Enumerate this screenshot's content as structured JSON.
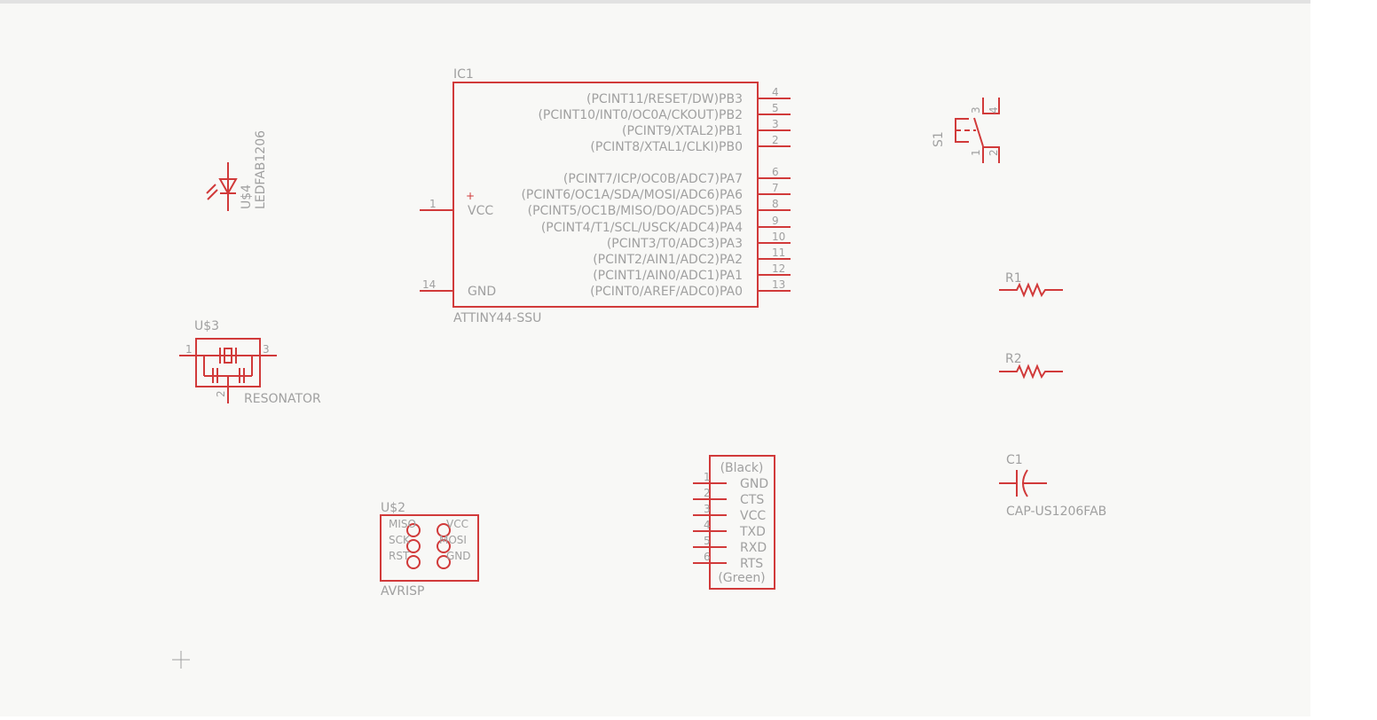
{
  "colors": {
    "symbol": "#d13a3a",
    "text": "#a0a0a0",
    "background": "#f8f8f6"
  },
  "ic1": {
    "name": "IC1",
    "value": "ATTINY44-SSU",
    "left_pins": [
      {
        "num": "1",
        "label": "VCC"
      },
      {
        "num": "14",
        "label": "GND"
      }
    ],
    "right_pins": [
      {
        "num": "4",
        "label": "(PCINT11/RESET/DW)PB3"
      },
      {
        "num": "5",
        "label": "(PCINT10/INT0/OC0A/CKOUT)PB2"
      },
      {
        "num": "3",
        "label": "(PCINT9/XTAL2)PB1"
      },
      {
        "num": "2",
        "label": "(PCINT8/XTAL1/CLKI)PB0"
      },
      {
        "num": "6",
        "label": "(PCINT7/ICP/OC0B/ADC7)PA7"
      },
      {
        "num": "7",
        "label": "(PCINT6/OC1A/SDA/MOSI/ADC6)PA6"
      },
      {
        "num": "8",
        "label": "(PCINT5/OC1B/MISO/DO/ADC5)PA5"
      },
      {
        "num": "9",
        "label": "(PCINT4/T1/SCL/USCK/ADC4)PA4"
      },
      {
        "num": "10",
        "label": "(PCINT3/T0/ADC3)PA3"
      },
      {
        "num": "11",
        "label": "(PCINT2/AIN1/ADC2)PA2"
      },
      {
        "num": "12",
        "label": "(PCINT1/AIN0/ADC1)PA1"
      },
      {
        "num": "13",
        "label": "(PCINT0/AREF/ADC0)PA0"
      }
    ]
  },
  "led": {
    "name": "U$4",
    "value": "LEDFAB1206"
  },
  "resonator": {
    "name": "U$3",
    "value": "RESONATOR",
    "pins": [
      "1",
      "2",
      "3"
    ]
  },
  "avrisp": {
    "name": "U$2",
    "value": "AVRISP",
    "pins": [
      "MISO",
      "SCK",
      "RST",
      "VCC",
      "MOSI",
      "GND"
    ]
  },
  "ftdi": {
    "top": "(Black)",
    "bottom": "(Green)",
    "pins": [
      {
        "num": "1",
        "label": "GND"
      },
      {
        "num": "2",
        "label": "CTS"
      },
      {
        "num": "3",
        "label": "VCC"
      },
      {
        "num": "4",
        "label": "TXD"
      },
      {
        "num": "5",
        "label": "RXD"
      },
      {
        "num": "6",
        "label": "RTS"
      }
    ]
  },
  "switch": {
    "name": "S1",
    "pins": [
      "1",
      "2",
      "3",
      "4"
    ]
  },
  "r1": {
    "name": "R1"
  },
  "r2": {
    "name": "R2"
  },
  "c1": {
    "name": "C1",
    "value": "CAP-US1206FAB"
  }
}
